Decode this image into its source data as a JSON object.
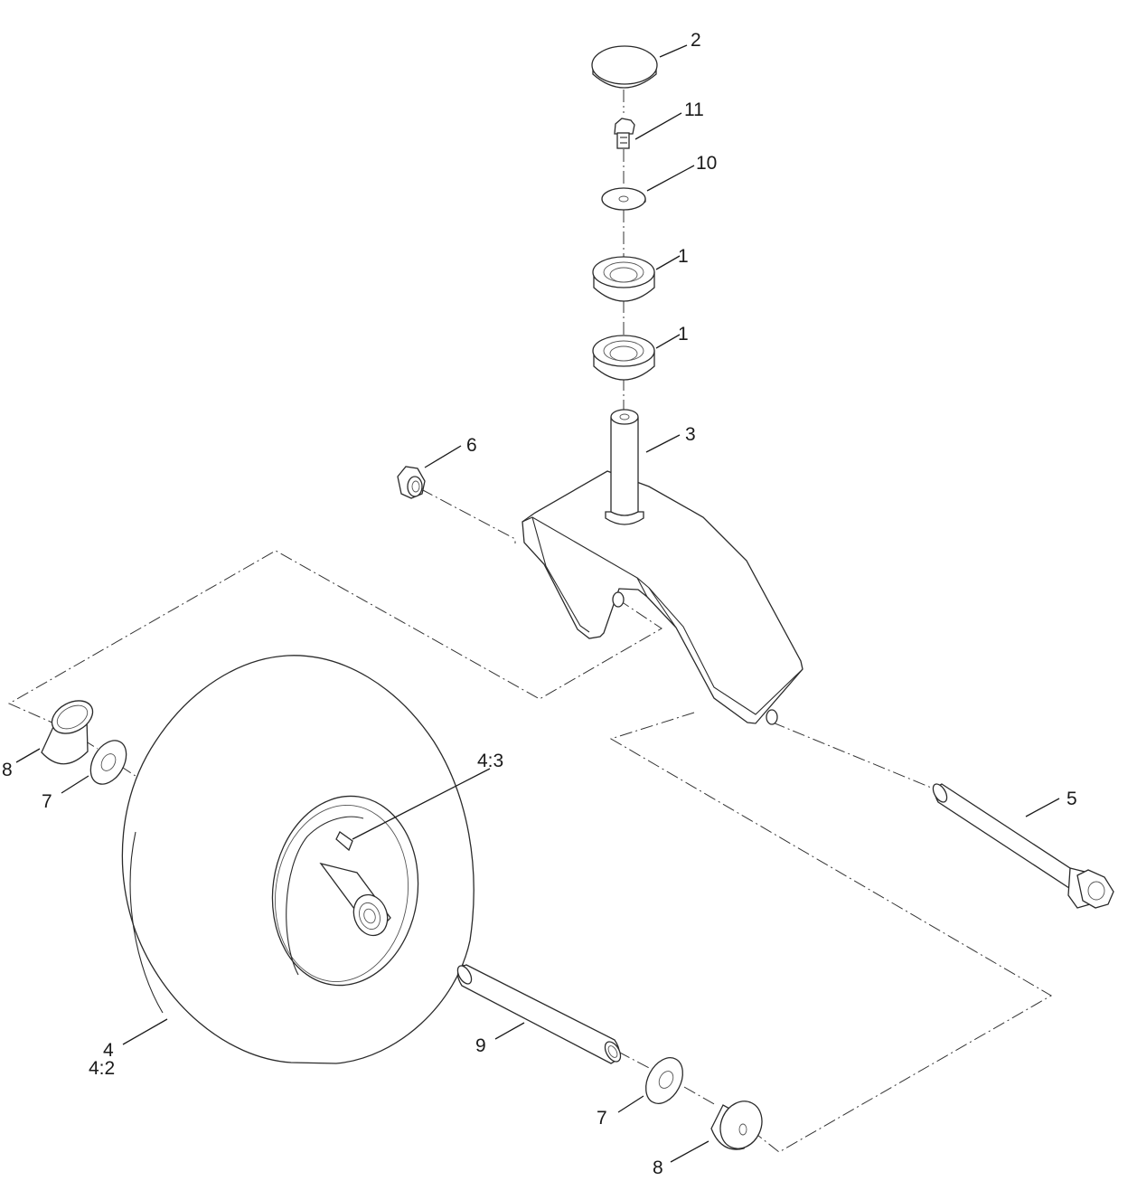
{
  "labels": {
    "l2": "2",
    "l11": "11",
    "l10": "10",
    "l1a": "1",
    "l1b": "1",
    "l3": "3",
    "l6": "6",
    "l8a": "8",
    "l7a": "7",
    "l43": "4:3",
    "l5": "5",
    "l4": "4",
    "l42": "4:2",
    "l9": "9",
    "l7b": "7",
    "l8b": "8"
  }
}
